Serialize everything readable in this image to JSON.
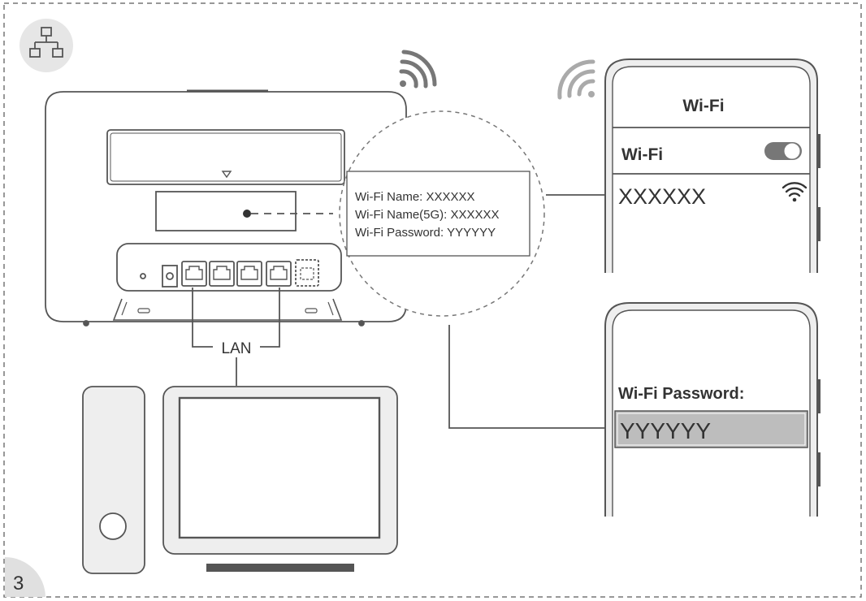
{
  "step_number": "3",
  "lan_label": "LAN",
  "router_label": {
    "name_line": "Wi-Fi Name: XXXXXX",
    "name5g_line": "Wi-Fi Name(5G): XXXXXX",
    "password_line": "Wi-Fi Password: YYYYYY"
  },
  "phone_top": {
    "header_title": "Wi-Fi",
    "toggle_label": "Wi-Fi",
    "toggle_state": "on",
    "network_name": "XXXXXX"
  },
  "phone_bottom": {
    "password_label": "Wi-Fi Password:",
    "password_value": "YYYYYY"
  },
  "icons": {
    "corner": "network-topology-icon",
    "router_wifi": "wifi-signal-icon",
    "phone_wifi": "wifi-signal-icon",
    "network_wifi": "wifi-strength-icon",
    "computer": "desktop-computer-icon"
  },
  "colors": {
    "line": "#555555",
    "device_fill": "#eeeeee",
    "password_field": "#bdbdbd",
    "corner_badge": "#e6e6e6"
  }
}
